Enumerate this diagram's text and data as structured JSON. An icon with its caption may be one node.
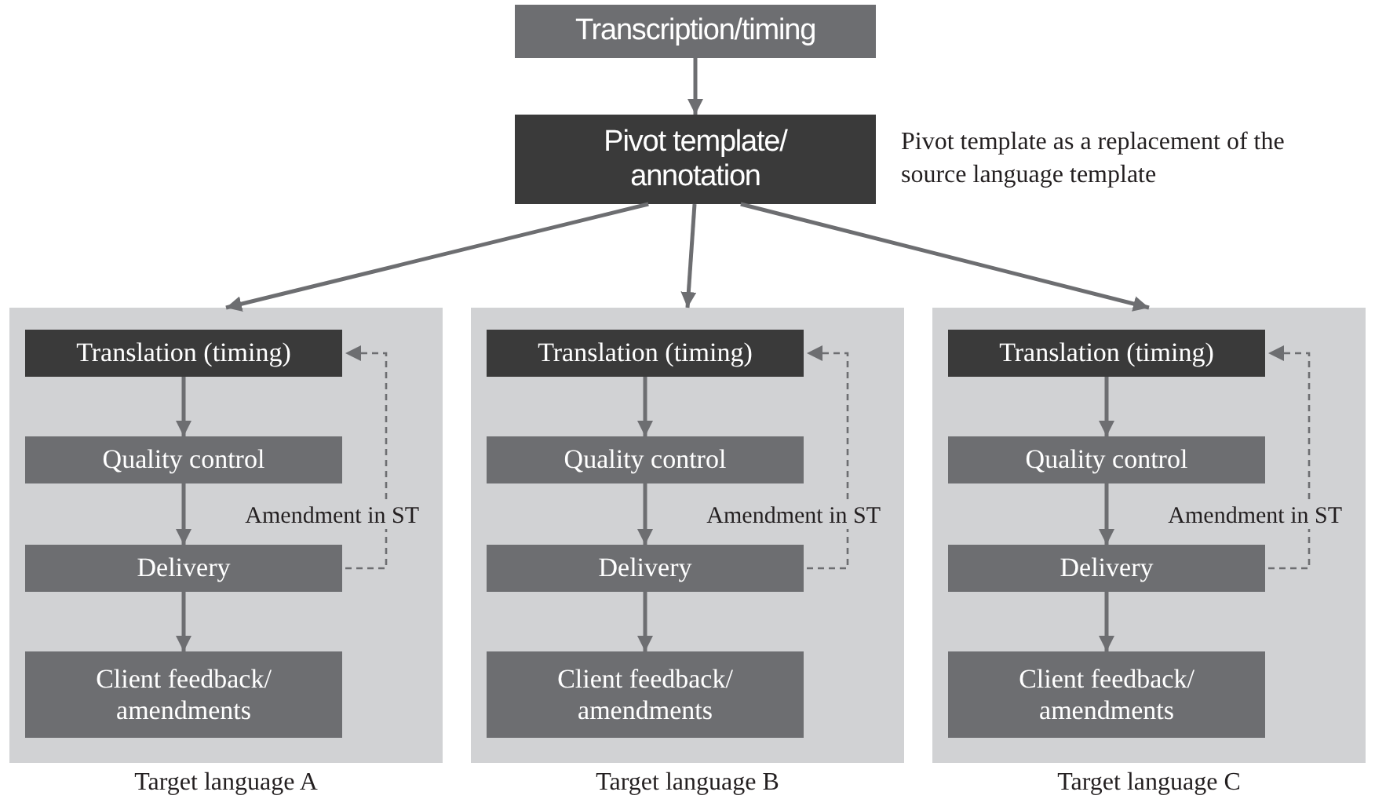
{
  "diagram": {
    "nodes": [
      {
        "text": [
          "Transcription/timing"
        ]
      },
      {
        "text": [
          "Pivot template/ annotation"
        ],
        "beside": [
          "Pivot template as a replacement of the source language template"
        ]
      },
      {
        "text": [],
        "shape": "box",
        "beside": [
          "Target language A"
        ]
      },
      {
        "text": [
          "Translation (timing)"
        ],
        "in": 2
      },
      {
        "text": [
          "Quality control"
        ],
        "in": 2
      },
      {
        "text": [
          "Delivery"
        ],
        "in": 2
      },
      {
        "text": [
          "Client feedback/ amendments"
        ],
        "in": 2
      },
      {
        "text": [],
        "shape": "box",
        "beside": [
          "Target language B"
        ]
      },
      {
        "text": [
          "Translation (timing)"
        ],
        "in": 7
      },
      {
        "text": [
          "Quality control"
        ],
        "in": 7
      },
      {
        "text": [
          "Delivery"
        ],
        "in": 7
      },
      {
        "text": [
          "Client feedback/ amendments"
        ],
        "in": 7
      },
      {
        "text": [],
        "shape": "box",
        "beside": [
          "Target language C"
        ]
      },
      {
        "text": [
          "Translation (timing)"
        ],
        "in": 12
      },
      {
        "text": [
          "Quality control"
        ],
        "in": 12
      },
      {
        "text": [
          "Delivery"
        ],
        "in": 12
      },
      {
        "text": [
          "Client feedback/ amendments"
        ],
        "in": 12
      }
    ],
    "edges": [
      {
        "from": 0,
        "to": 1,
        "arrow": "to"
      },
      {
        "from": 1,
        "to": 2,
        "arrow": "to"
      },
      {
        "from": 1,
        "to": 7,
        "arrow": "to"
      },
      {
        "from": 1,
        "to": 12,
        "arrow": "to"
      },
      {
        "from": 3,
        "to": 4,
        "arrow": "to"
      },
      {
        "from": 4,
        "to": 5,
        "arrow": "to"
      },
      {
        "from": 5,
        "to": 6,
        "arrow": "to"
      },
      {
        "from": 5,
        "to": 3,
        "arrow": "to",
        "label": "Amendment in ST",
        "style": "dashed"
      },
      {
        "from": 8,
        "to": 9,
        "arrow": "to"
      },
      {
        "from": 9,
        "to": 10,
        "arrow": "to"
      },
      {
        "from": 10,
        "to": 11,
        "arrow": "to"
      },
      {
        "from": 10,
        "to": 8,
        "arrow": "to",
        "label": "Amendment in ST",
        "style": "dashed"
      },
      {
        "from": 13,
        "to": 14,
        "arrow": "to"
      },
      {
        "from": 14,
        "to": 15,
        "arrow": "to"
      },
      {
        "from": 15,
        "to": 16,
        "arrow": "to"
      },
      {
        "from": 15,
        "to": 13,
        "arrow": "to",
        "label": "Amendment in ST",
        "style": "dashed"
      }
    ]
  }
}
